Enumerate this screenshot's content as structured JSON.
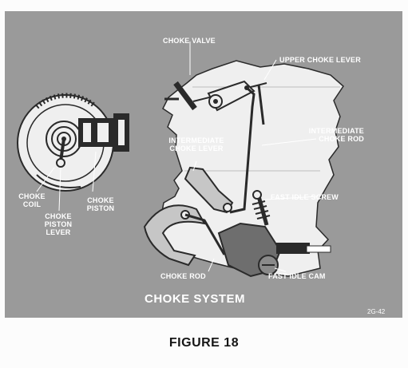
{
  "figure": {
    "caption": "FIGURE 18",
    "system_title": "CHOKE SYSTEM",
    "code": "2G-42",
    "labels": {
      "choke_valve": "CHOKE VALVE",
      "upper_choke_lever": "UPPER CHOKE LEVER",
      "intermediate_choke_rod_1": "INTERMEDIATE",
      "intermediate_choke_rod_2": "CHOKE ROD",
      "intermediate_choke_lever_1": "INTERMEDIATE",
      "intermediate_choke_lever_2": "CHOKE LEVER",
      "fast_idle_screw": "FAST IDLE SCREW",
      "choke_coil_1": "CHOKE",
      "choke_coil_2": "COIL",
      "choke_piston_1": "CHOKE",
      "choke_piston_2": "PISTON",
      "choke_piston_lever_1": "CHOKE",
      "choke_piston_lever_2": "PISTON",
      "choke_piston_lever_3": "LEVER",
      "choke_rod": "CHOKE ROD",
      "fast_idle_cam": "FAST IDLE CAM"
    }
  },
  "colors": {
    "panel": "#9a9a9a",
    "part_light": "#efefef",
    "part_dark": "#2a2a2a",
    "label": "#ffffff",
    "caption": "#151515"
  }
}
